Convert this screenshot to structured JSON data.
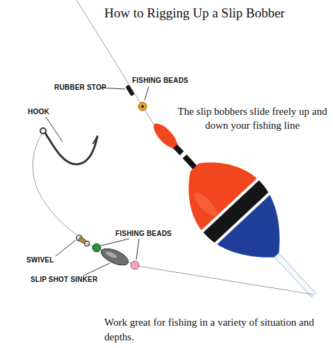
{
  "diagram": {
    "title": "How to Rigging Up a Slip Bobber",
    "caption": "Work great for fishing in a variety of situation and depths.",
    "labels": [
      "RUBBER STOP",
      "FISHING BEADS",
      "HOOK",
      "The slip bobbers slide freely up and down your fishing line",
      "FISHING BEADS",
      "SWIVEL",
      "SLIP SHOT SINKER"
    ]
  }
}
